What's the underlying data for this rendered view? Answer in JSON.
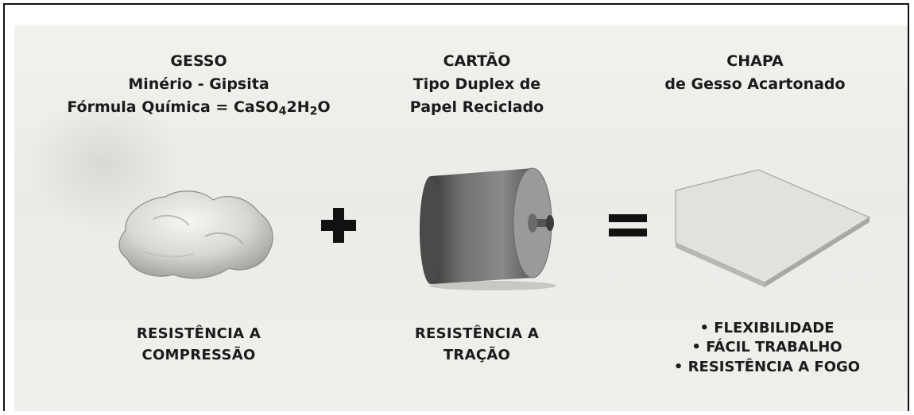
{
  "gesso": {
    "title": "GESSO",
    "line2": "Minério - Gipsita",
    "formula_prefix": "Fórmula Química = CaSO",
    "formula_sub1": "4",
    "formula_mid": "2H",
    "formula_sub2": "2",
    "formula_suffix": "O",
    "property_line1": "RESISTÊNCIA  A",
    "property_line2": "COMPRESSÃO"
  },
  "cartao": {
    "title": "CARTÃO",
    "line2": "Tipo Duplex de",
    "line3": "Papel Reciclado",
    "property_line1": "RESISTÊNCIA  A",
    "property_line2": "TRAÇÃO"
  },
  "chapa": {
    "title": "CHAPA",
    "line2": "de Gesso Acartonado",
    "bullets": [
      "• FLEXIBILIDADE",
      "• FÁCIL TRABALHO",
      "• RESISTÊNCIA A FOGO"
    ]
  },
  "operators": {
    "plus": "plus-icon",
    "equals": "equals-icon"
  }
}
